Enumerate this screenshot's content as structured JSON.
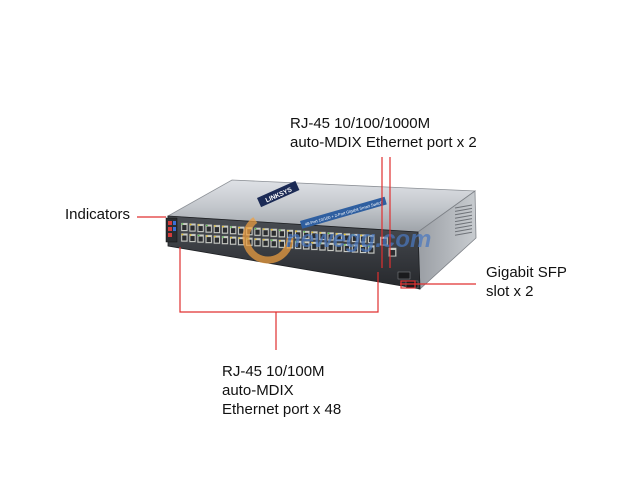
{
  "watermark": "newegg.com",
  "brand_badge": "LINKSYS",
  "front_panel_text": "48-Port 10/100 + 2-Port Gigabit Smart Switch",
  "colors": {
    "callout_line": "#e03030",
    "chassis_top": "#b9bdc2",
    "chassis_front": "#3a3d42",
    "port_face": "#c9cbc5",
    "led_amber": "#e8c020",
    "led_green": "#4bbb3c",
    "watermark_orange": "#f0a040",
    "watermark_blue": "#4a78c0"
  },
  "callouts": {
    "indicators": {
      "lines": [
        "Indicators"
      ]
    },
    "gigabit_rj45": {
      "lines": [
        "RJ-45 10/100/1000M",
        "auto-MDIX Ethernet port  x 2"
      ]
    },
    "sfp": {
      "lines": [
        "Gigabit SFP",
        "slot x 2"
      ]
    },
    "fast_ethernet_rj45": {
      "lines": [
        "RJ-45 10/100M",
        "auto-MDIX",
        "Ethernet port x 48"
      ]
    }
  },
  "ports": {
    "fast_ethernet_count": 48,
    "gigabit_rj45_count": 2,
    "sfp_count": 2
  }
}
